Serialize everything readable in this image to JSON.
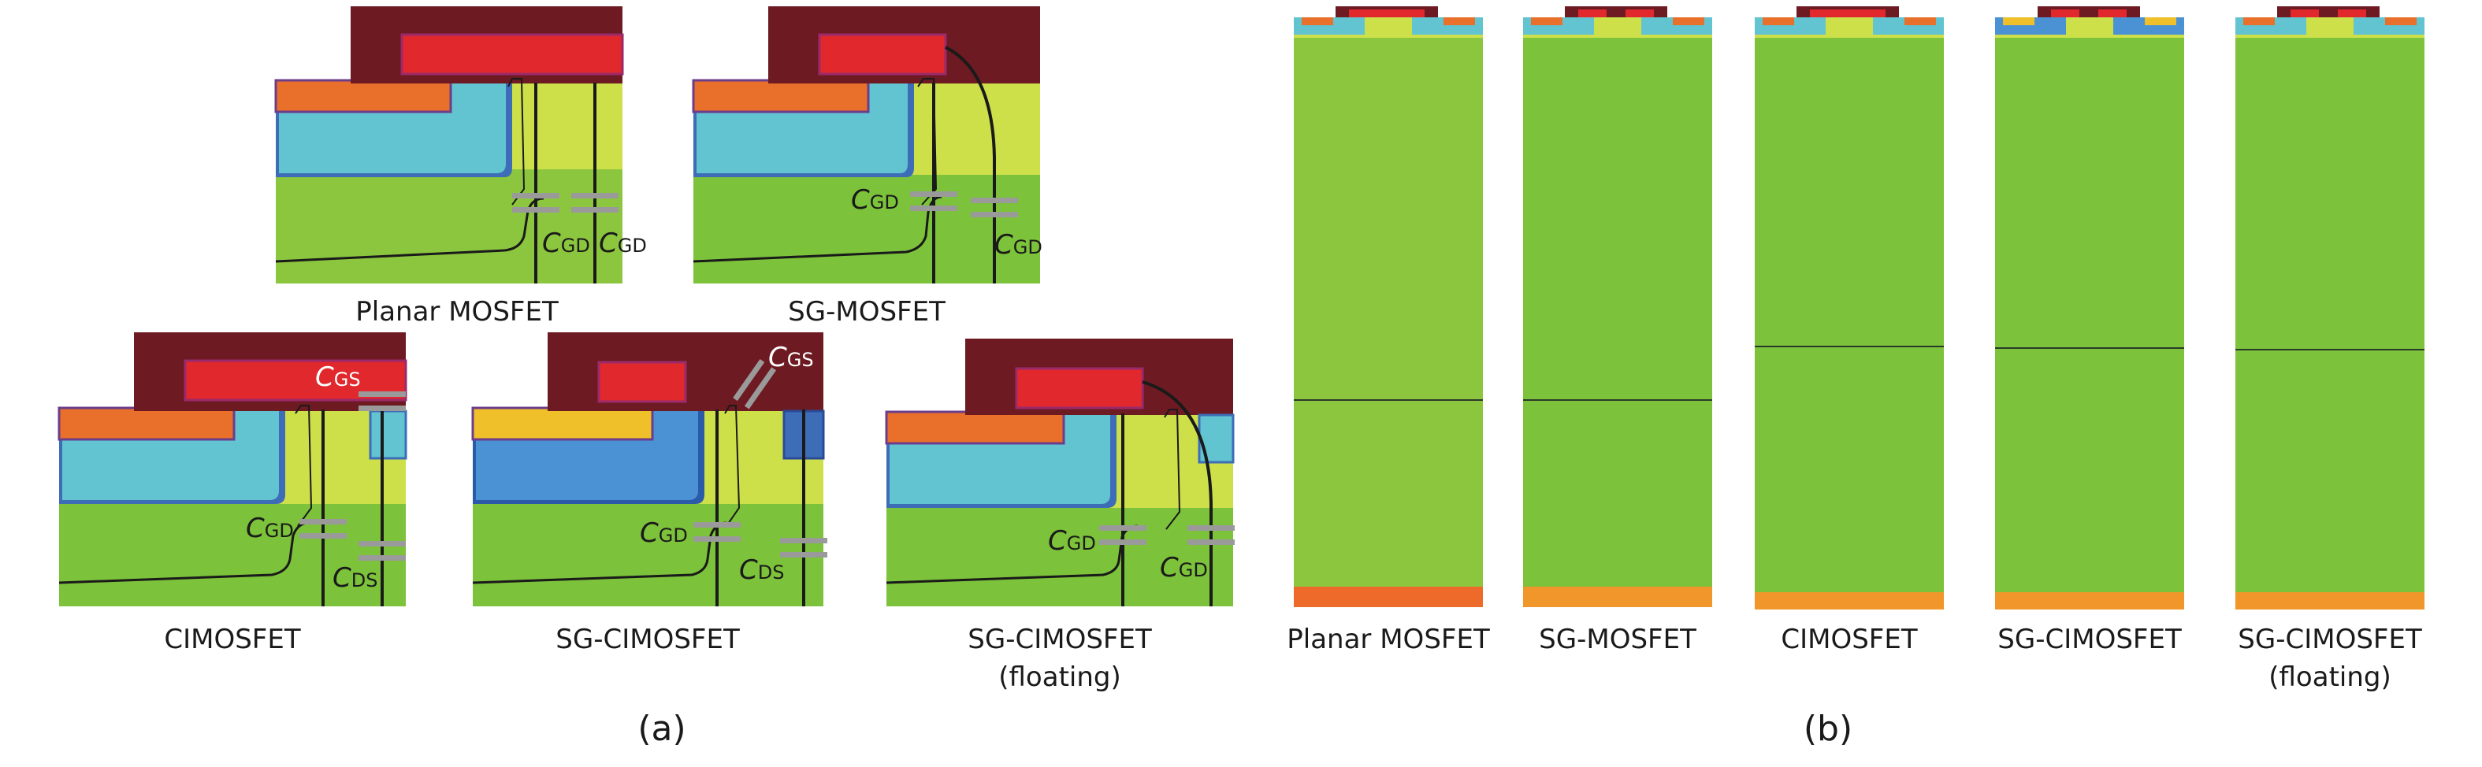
{
  "panels": {
    "a": {
      "label": "(a)"
    },
    "b": {
      "label": "(b)"
    }
  },
  "cross_sections": [
    {
      "id": "planar",
      "name": "Planar MOSFET",
      "caps": [
        "C_GD",
        "C_GD"
      ]
    },
    {
      "id": "sg",
      "name": "SG-MOSFET",
      "caps": [
        "C_GD",
        "C_GD"
      ]
    },
    {
      "id": "ci",
      "name": "CIMOSFET",
      "caps": [
        "C_GS",
        "C_GD",
        "C_DS"
      ]
    },
    {
      "id": "sgci",
      "name": "SG-CIMOSFET",
      "caps": [
        "C_GS",
        "C_GD",
        "C_DS"
      ]
    },
    {
      "id": "sgcif",
      "name": "SG-CIMOSFET",
      "sub": "(floating)",
      "caps": [
        "C_GD",
        "C_GD"
      ]
    }
  ],
  "full_devices": [
    {
      "id": "b-planar",
      "name": "Planar MOSFET"
    },
    {
      "id": "b-sg",
      "name": "SG-MOSFET"
    },
    {
      "id": "b-ci",
      "name": "CIMOSFET"
    },
    {
      "id": "b-sgci",
      "name": "SG-CIMOSFET"
    },
    {
      "id": "b-sgcif",
      "name": "SG-CIMOSFET",
      "sub": "(floating)"
    }
  ],
  "cap_text": {
    "C": "C",
    "GD": "GD",
    "GS": "GS",
    "DS": "DS"
  },
  "colors": {
    "metal": "#6d1a22",
    "gate": "#e0282d",
    "source_orange": "#e8702a",
    "pwell_cyan": "#62c3d1",
    "pwell_blue": "#3e8ed6",
    "jfet_yellow": "#cde04a",
    "drift_green": "#7cc23a",
    "drift_light": "#8cc63e",
    "substrate": "#ee7d2a",
    "cap_gray": "#9a9a9a",
    "line": "#1a1a1a"
  }
}
